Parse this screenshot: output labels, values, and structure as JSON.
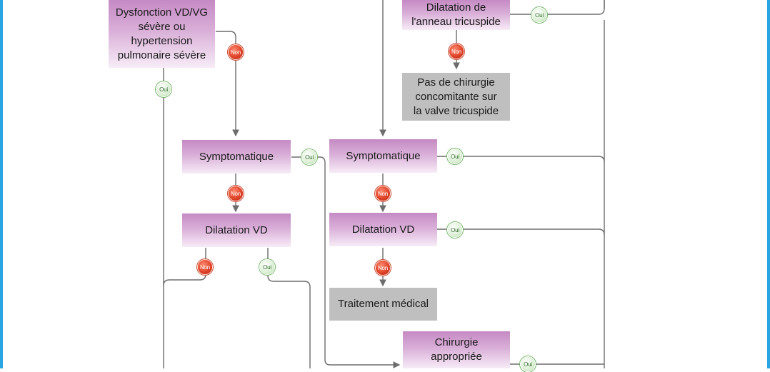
{
  "boxes": {
    "dysfonction": "Dysfonction VD/VG\nsévère ou\nhypertension\npulmonaire sévère",
    "dilatation_anneau": "Dilatation de\nl'anneau tricuspide",
    "pas_chirurgie": "Pas de chirurgie\nconcomitante sur\nla valve tricuspide",
    "symptomatique_left": "Symptomatique",
    "symptomatique_right": "Symptomatique",
    "dilatation_vd_left": "Dilatation VD",
    "dilatation_vd_right": "Dilatation VD",
    "traitement_medical": "Traitement médical",
    "chirurgie_appropriee": "Chirurgie\nappropriée"
  },
  "badges": {
    "non": "Non",
    "oui": "Oui"
  },
  "colors": {
    "frame": "#29a6e2",
    "connector": "#6d6d6d",
    "pink_top": "#c58ac4",
    "pink_bottom": "#f7ecf7",
    "grey_box": "#bfbfbf",
    "non_badge": "#e0452a",
    "oui_badge": "#dff0d8"
  }
}
